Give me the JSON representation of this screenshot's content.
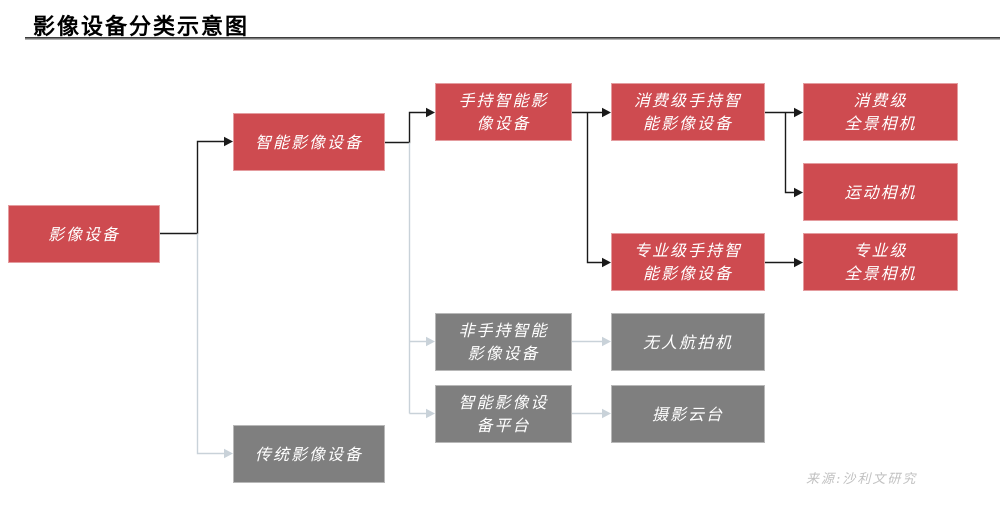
{
  "title": {
    "text": "影像设备分类示意图"
  },
  "source": {
    "text": "来源:沙利文研究"
  },
  "colors": {
    "red": "#ce4b50",
    "gray": "#7f7f7f",
    "line_dark": "#1a1a1a",
    "line_light": "#c9d2d9",
    "source_text": "#c1c1c1",
    "title_color": "#000000"
  },
  "nodes": {
    "root": {
      "lines": [
        "影像设备"
      ],
      "style": "red"
    },
    "smart": {
      "lines": [
        "智能影像设备"
      ],
      "style": "red"
    },
    "traditional": {
      "lines": [
        "传统影像设备"
      ],
      "style": "gray"
    },
    "handheld": {
      "lines": [
        "手持智能影",
        "像设备"
      ],
      "style": "red"
    },
    "non_handheld": {
      "lines": [
        "非手持智能",
        "影像设备"
      ],
      "style": "gray"
    },
    "platform": {
      "lines": [
        "智能影像设",
        "备平台"
      ],
      "style": "gray"
    },
    "consumer_handheld": {
      "lines": [
        "消费级手持智",
        "能影像设备"
      ],
      "style": "red"
    },
    "professional_handheld": {
      "lines": [
        "专业级手持智",
        "能影像设备"
      ],
      "style": "red"
    },
    "drone": {
      "lines": [
        "无人航拍机"
      ],
      "style": "gray"
    },
    "gimbal": {
      "lines": [
        "摄影云台"
      ],
      "style": "gray"
    },
    "consumer_pano": {
      "lines": [
        "消费级",
        "全景相机"
      ],
      "style": "red"
    },
    "action_cam": {
      "lines": [
        "运动相机"
      ],
      "style": "red"
    },
    "professional_pano": {
      "lines": [
        "专业级",
        "全景相机"
      ],
      "style": "red"
    }
  },
  "edges": [
    {
      "from": "root",
      "to": "smart",
      "style": "dark"
    },
    {
      "from": "root",
      "to": "traditional",
      "style": "light"
    },
    {
      "from": "smart",
      "to": "handheld",
      "style": "dark"
    },
    {
      "from": "smart",
      "to": "non_handheld",
      "style": "light"
    },
    {
      "from": "smart",
      "to": "platform",
      "style": "light"
    },
    {
      "from": "handheld",
      "to": "consumer_handheld",
      "style": "dark"
    },
    {
      "from": "handheld",
      "to": "professional_handheld",
      "style": "dark"
    },
    {
      "from": "consumer_handheld",
      "to": "consumer_pano",
      "style": "dark"
    },
    {
      "from": "consumer_handheld",
      "to": "action_cam",
      "style": "dark"
    },
    {
      "from": "professional_handheld",
      "to": "professional_pano",
      "style": "dark"
    },
    {
      "from": "non_handheld",
      "to": "drone",
      "style": "light"
    },
    {
      "from": "platform",
      "to": "gimbal",
      "style": "light"
    }
  ]
}
